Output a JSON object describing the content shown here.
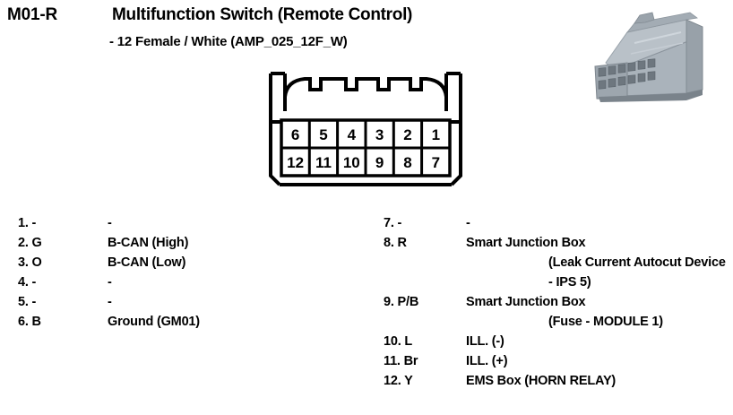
{
  "header": {
    "code": "M01-R",
    "title": "Multifunction Switch (Remote Control)",
    "subtitle": "- 12 Female / White (AMP_025_12F_W)"
  },
  "colors": {
    "background": "#ffffff",
    "ink": "#000000",
    "photo_light": "#c3cad1",
    "photo_mid": "#a7b0b8",
    "photo_dark": "#8a939c",
    "photo_shadow": "#6f7881"
  },
  "pin_diagram": {
    "type": "connector-cavity-grid",
    "rows": [
      [
        "6",
        "5",
        "4",
        "3",
        "2",
        "1"
      ],
      [
        "12",
        "11",
        "10",
        "9",
        "8",
        "7"
      ]
    ],
    "latch_notches": 4
  },
  "pinout": {
    "left": [
      {
        "num": "1. -",
        "desc": "-",
        "cont": []
      },
      {
        "num": "2. G",
        "desc": "B-CAN (High)",
        "cont": []
      },
      {
        "num": "3. O",
        "desc": "B-CAN (Low)",
        "cont": []
      },
      {
        "num": "4. -",
        "desc": "-",
        "cont": []
      },
      {
        "num": "5. -",
        "desc": "-",
        "cont": []
      },
      {
        "num": "6. B",
        "desc": "Ground (GM01)",
        "cont": []
      }
    ],
    "right": [
      {
        "num": "7. -",
        "desc": "-",
        "cont": []
      },
      {
        "num": "8. R",
        "desc": "Smart Junction Box",
        "cont": [
          "(Leak Current Autocut Device",
          "- IPS 5)"
        ]
      },
      {
        "num": "9. P/B",
        "desc": "Smart Junction Box",
        "cont": [
          "(Fuse - MODULE 1)"
        ]
      },
      {
        "num": "10. L",
        "desc": "ILL. (-)",
        "cont": []
      },
      {
        "num": "11. Br",
        "desc": "ILL. (+)",
        "cont": []
      },
      {
        "num": "12. Y",
        "desc": "EMS Box (HORN RELAY)",
        "cont": []
      }
    ]
  }
}
